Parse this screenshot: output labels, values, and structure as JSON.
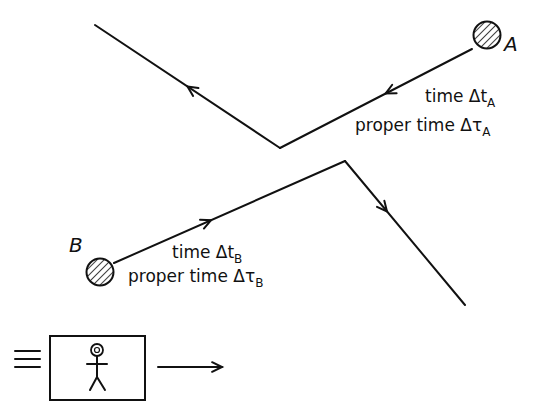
{
  "diagram": {
    "nodes": [
      {
        "text": [
          "A"
        ]
      },
      {
        "text": [
          "B"
        ]
      }
    ],
    "labels": [
      "time ΔtA",
      "proper time ΔτA",
      "time ΔtB",
      "proper time ΔτB"
    ]
  }
}
